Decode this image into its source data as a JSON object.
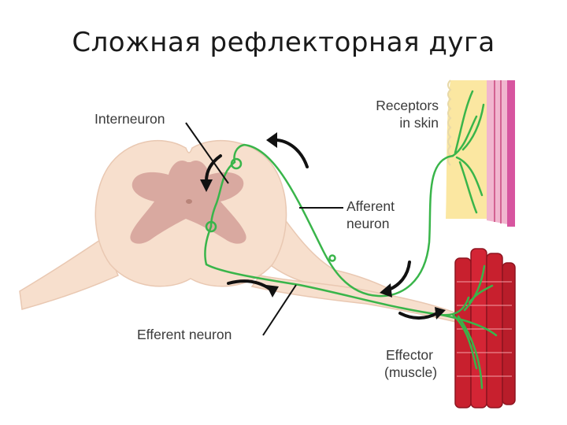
{
  "slide": {
    "title": "Сложная рефлекторная дуга"
  },
  "labels": {
    "interneuron": "Interneuron",
    "receptors_line1": "Receptors",
    "receptors_line2": "in skin",
    "afferent_line1": "Afferent",
    "afferent_line2": "neuron",
    "efferent": "Efferent neuron",
    "effector_line1": "Effector",
    "effector_line2": "(muscle)"
  },
  "colors": {
    "cord": "#f7dfcd",
    "grey_matter": "#d9a9a0",
    "neuron": "#39b54a",
    "skin_fat": "#fbe7a1",
    "skin_edge": "#d7559f",
    "muscle": "#c8202e",
    "arrow": "#111111"
  }
}
